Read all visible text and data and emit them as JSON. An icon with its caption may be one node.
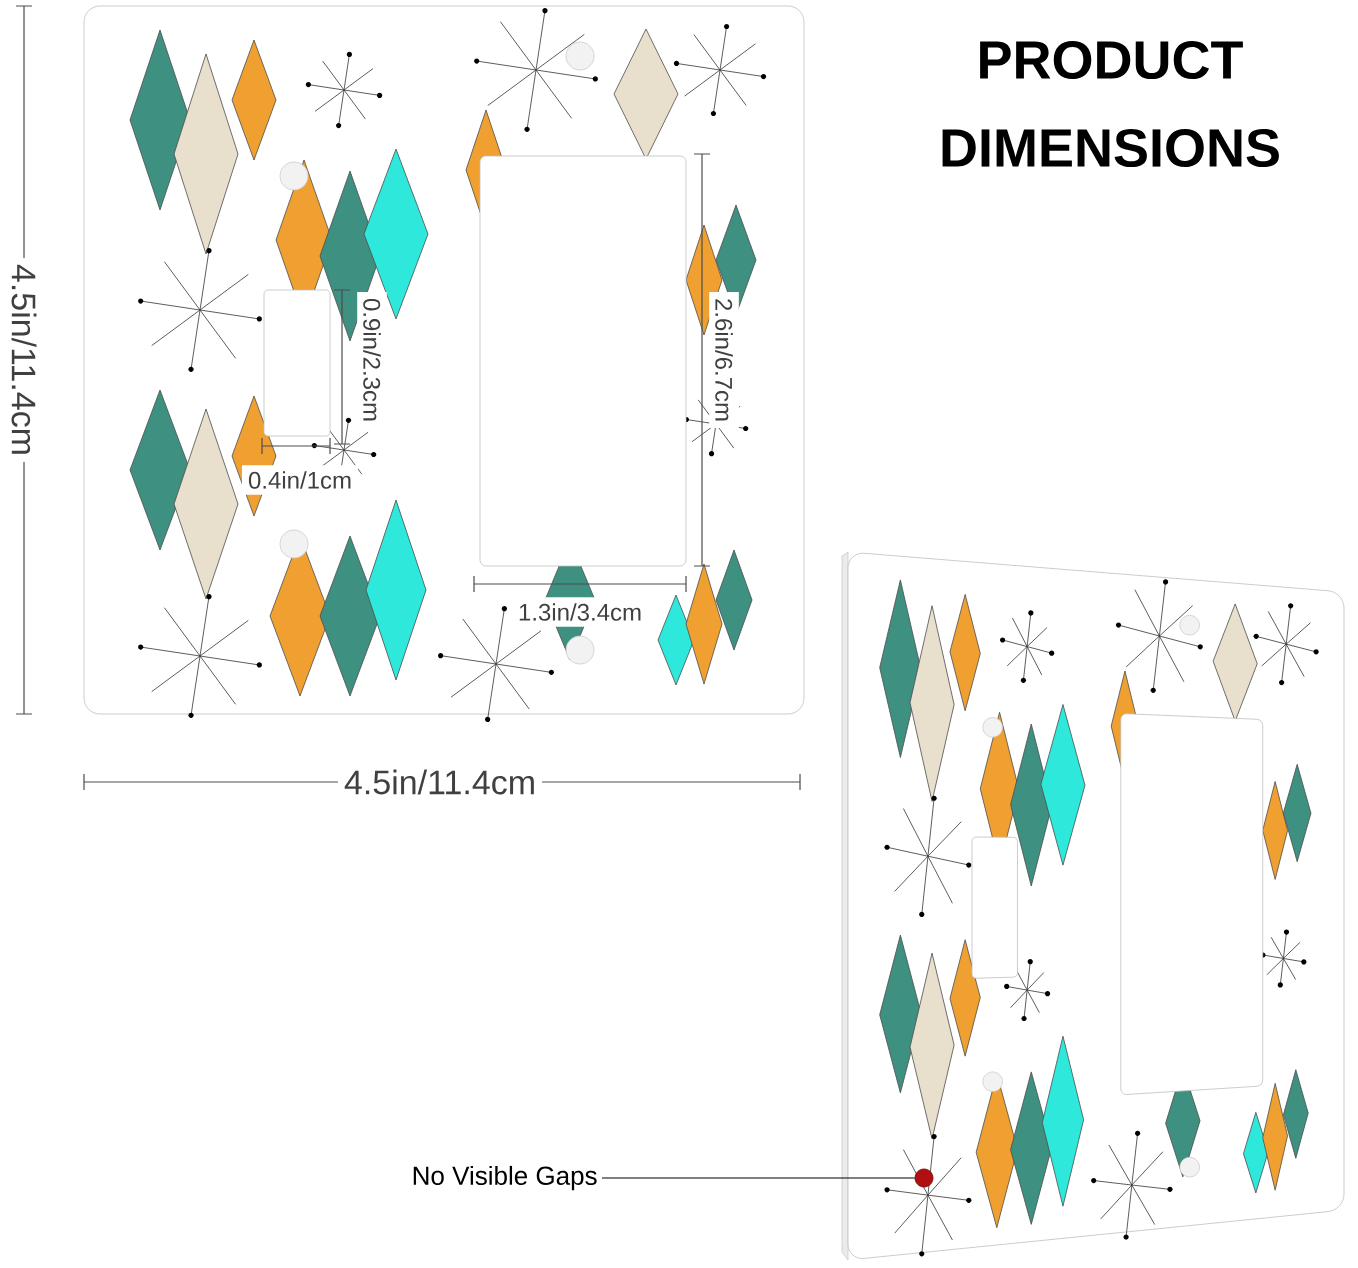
{
  "diagram": {
    "title": "PRODUCT DIMENSIONS",
    "nodes": [
      {
        "text": [
          "No Visible Gaps"
        ]
      },
      {
        "text": [],
        "shape": "circle"
      }
    ],
    "edges": [
      {
        "from": 0,
        "to": 1,
        "arrow": "none"
      }
    ],
    "labels": [
      "4.5in/11.4cm",
      "0.9in/2.3cm",
      "2.6in/6.7cm",
      "0.4in/1cm",
      "1.3in/3.4cm",
      "4.5in/11.4cm"
    ]
  }
}
